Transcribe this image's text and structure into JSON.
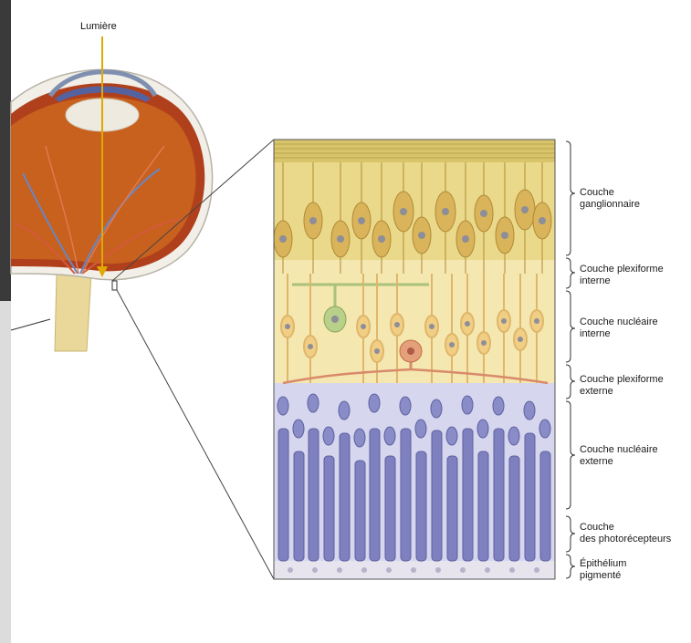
{
  "diagram": {
    "light_label": "Lumière",
    "layers": [
      {
        "line1": "Couche",
        "line2": "ganglionnaire"
      },
      {
        "line1": "Couche plexiforme",
        "line2": "interne"
      },
      {
        "line1": "Couche nucléaire",
        "line2": "interne"
      },
      {
        "line1": "Couche plexiforme",
        "line2": "externe"
      },
      {
        "line1": "Couche nucléaire",
        "line2": "externe"
      },
      {
        "line1": "Couche",
        "line2": "des photorécepteurs"
      },
      {
        "line1": "Épithélium",
        "line2": "pigmenté"
      }
    ]
  },
  "colors": {
    "ganglion_layer": "#ead98a",
    "inner_layers": "#f4e7b0",
    "photoreceptor_layer": "#c6c6e6",
    "photoreceptor_cell": "#7e80bf",
    "neuron_cell": "#d9b45a",
    "horizontal_cell": "#d98a6a",
    "eye_interior": "#c8601e",
    "light_ray": "#e0a800"
  }
}
